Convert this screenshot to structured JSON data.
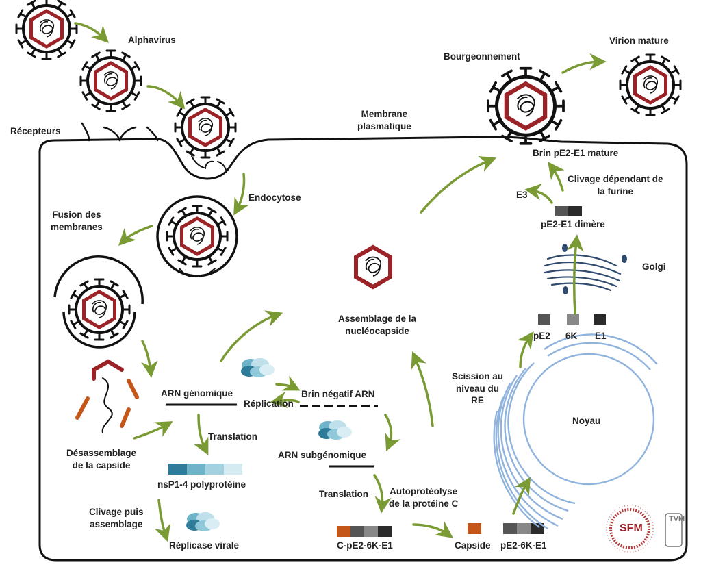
{
  "labels": {
    "alphavirus": "Alphavirus",
    "recepteurs": "Récepteurs",
    "membrane_line1": "Membrane",
    "membrane_line2": "plasmatique",
    "endocytose": "Endocytose",
    "fusion_line1": "Fusion des",
    "fusion_line2": "membranes",
    "bourgeonnement": "Bourgeonnement",
    "virion_mature": "Virion mature",
    "brin_mature": "Brin pE2-E1 mature",
    "clivage_furine_line1": "Clivage dépendant de",
    "clivage_furine_line2": "la furine",
    "e3": "E3",
    "dimere": "pE2-E1 dimère",
    "golgi": "Golgi",
    "assemblage_line1": "Assemblage de la",
    "assemblage_line2": "nucléocapside",
    "pe2": "pE2",
    "k6": "6K",
    "e1": "E1",
    "scission_line1": "Scission au",
    "scission_line2": "niveau du",
    "scission_line3": "RE",
    "noyau": "Noyau",
    "arn_genomique": "ARN génomique",
    "replication": "Réplication",
    "brin_negatif": "Brin négatif ARN",
    "translation_1": "Translation",
    "arn_subgenomique": "ARN subgénomique",
    "desassemblage_line1": "Désassemblage",
    "desassemblage_line2": "de la capside",
    "nsp_polyproteine": "nsP1-4 polyprotéine",
    "translation_2": "Translation",
    "autoproteolyse_line1": "Autoprotéolyse",
    "autoproteolyse_line2": "de la protéine C",
    "clivage_assemblage_line1": "Clivage puis",
    "clivage_assemblage_line2": "assemblage",
    "replicase_virale": "Réplicase virale",
    "c_pe2_6k_e1": "C-pE2-6K-E1",
    "capside": "Capside",
    "pe2_6k_e1": "pE2-6K-E1"
  },
  "logos": {
    "sfm": "SFM",
    "tvm": "TVM"
  },
  "colors": {
    "capsid_red": "#9b2226",
    "arrow_green": "#7a9a34",
    "capsid_orange": "#c4561a",
    "golgi_blue": "#2f4a6e",
    "nucleus_blue": "#8fb3dd",
    "teal_dark": "#2e7c99",
    "teal_mid": "#6fb3c9",
    "teal_light": "#bfe0ea",
    "protein_dark": "#2b2b2b",
    "protein_mid": "#555555",
    "protein_light": "#888888"
  }
}
